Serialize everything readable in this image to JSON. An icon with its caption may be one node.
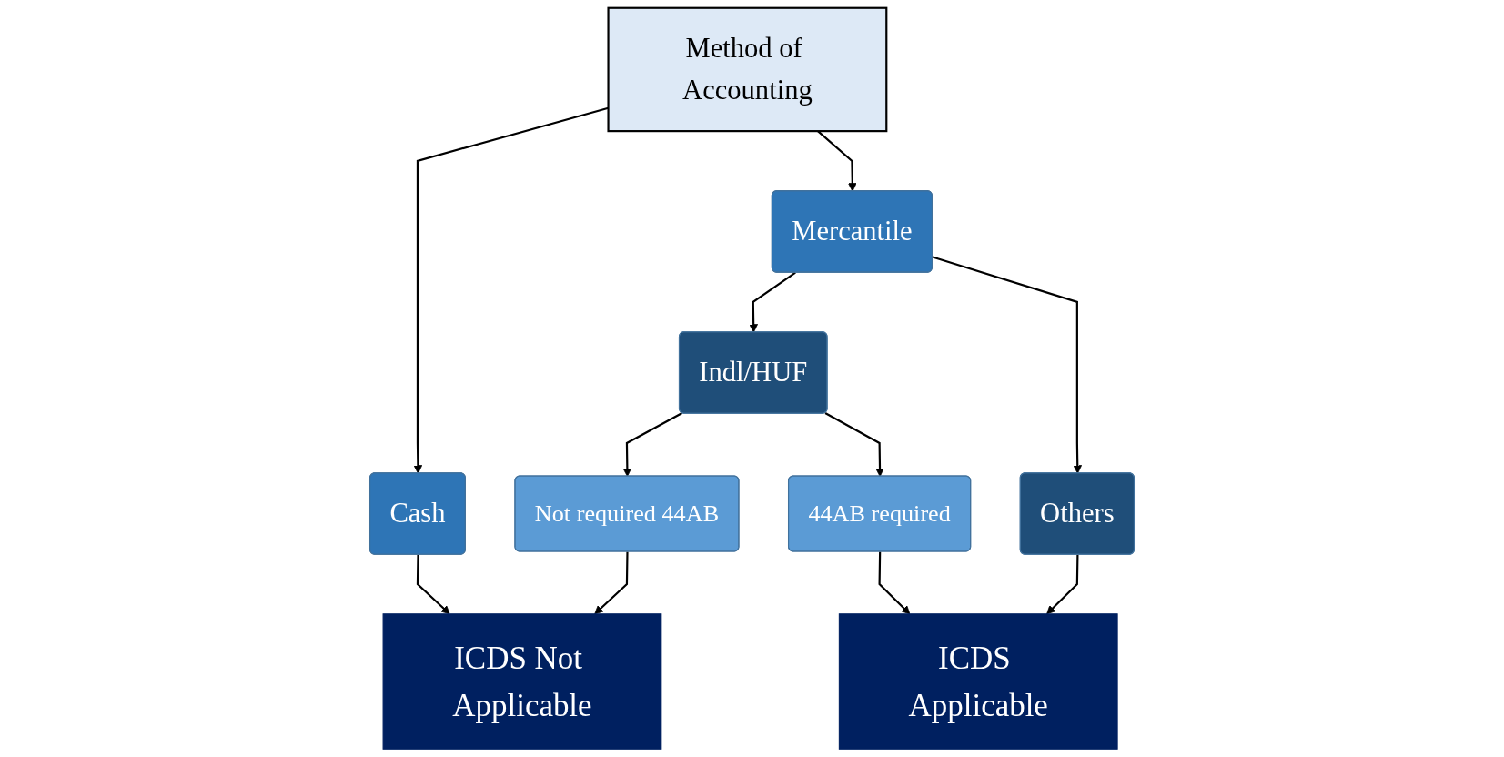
{
  "diagram": {
    "nodes": [
      {
        "text": [
          "Method of Accounting"
        ]
      },
      {
        "text": [
          "Cash"
        ]
      },
      {
        "text": [
          "Mercantile"
        ]
      },
      {
        "text": [
          "Indl/HUF"
        ]
      },
      {
        "text": [
          "Others"
        ]
      },
      {
        "text": [
          "Not required 44AB"
        ]
      },
      {
        "text": [
          "44AB required"
        ]
      },
      {
        "text": [
          "ICDS Not Applicable"
        ]
      },
      {
        "text": [
          "ICDS Applicable"
        ]
      }
    ],
    "edges": [
      {
        "from": 0,
        "to": 1,
        "arrow": "to"
      },
      {
        "from": 0,
        "to": 2,
        "arrow": "to"
      },
      {
        "from": 1,
        "to": 7,
        "arrow": "to"
      },
      {
        "from": 2,
        "to": 3,
        "arrow": "to"
      },
      {
        "from": 2,
        "to": 4,
        "arrow": "to"
      },
      {
        "from": 3,
        "to": 5,
        "arrow": "to"
      },
      {
        "from": 3,
        "to": 6,
        "arrow": "to"
      },
      {
        "from": 5,
        "to": 7,
        "arrow": "to"
      },
      {
        "from": 6,
        "to": 8,
        "arrow": "to"
      },
      {
        "from": 4,
        "to": 8,
        "arrow": "to"
      }
    ]
  }
}
